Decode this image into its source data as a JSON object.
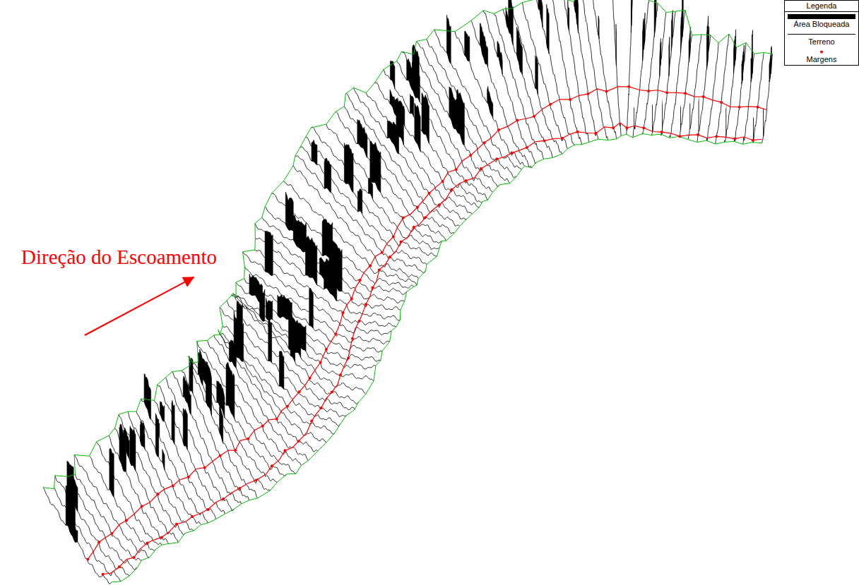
{
  "diagram": {
    "labels": [
      "Direção do Escoamento",
      "Legenda"
    ],
    "legend": [
      {
        "text": "Área Bloqueada"
      },
      {
        "text": "Terreno"
      },
      {
        "text": "Margens"
      }
    ]
  }
}
